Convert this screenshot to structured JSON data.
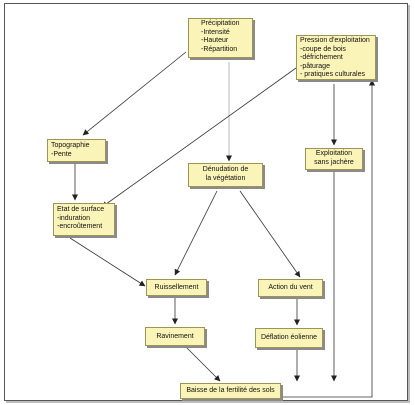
{
  "nodes": {
    "precipitation": {
      "lines": [
        "Précipitation",
        "-Intensité",
        "-Hauteur",
        "-Répartition"
      ]
    },
    "pression": {
      "lines": [
        "Pression d'exploitation",
        "-coupe de bois",
        "-défrichement",
        "-pâturage",
        "- pratiques culturales"
      ]
    },
    "topographie": {
      "lines": [
        "Topographie",
        "-Pente"
      ]
    },
    "denudation": {
      "lines": [
        "Dénudation de",
        "la végétation"
      ]
    },
    "exploitation": {
      "lines": [
        "Exploitation",
        "sans jachère"
      ]
    },
    "etat_surface": {
      "lines": [
        "Etat de surface",
        "-induration",
        "-encroûtement"
      ]
    },
    "ruissellement": {
      "lines": [
        "Ruissellement"
      ]
    },
    "action_vent": {
      "lines": [
        "Action du vent"
      ]
    },
    "ravinement": {
      "lines": [
        "Ravinement"
      ]
    },
    "deflation": {
      "lines": [
        "Déflation éolienne"
      ]
    },
    "baisse": {
      "lines": [
        "Baisse de la fertilité des sols"
      ]
    }
  }
}
